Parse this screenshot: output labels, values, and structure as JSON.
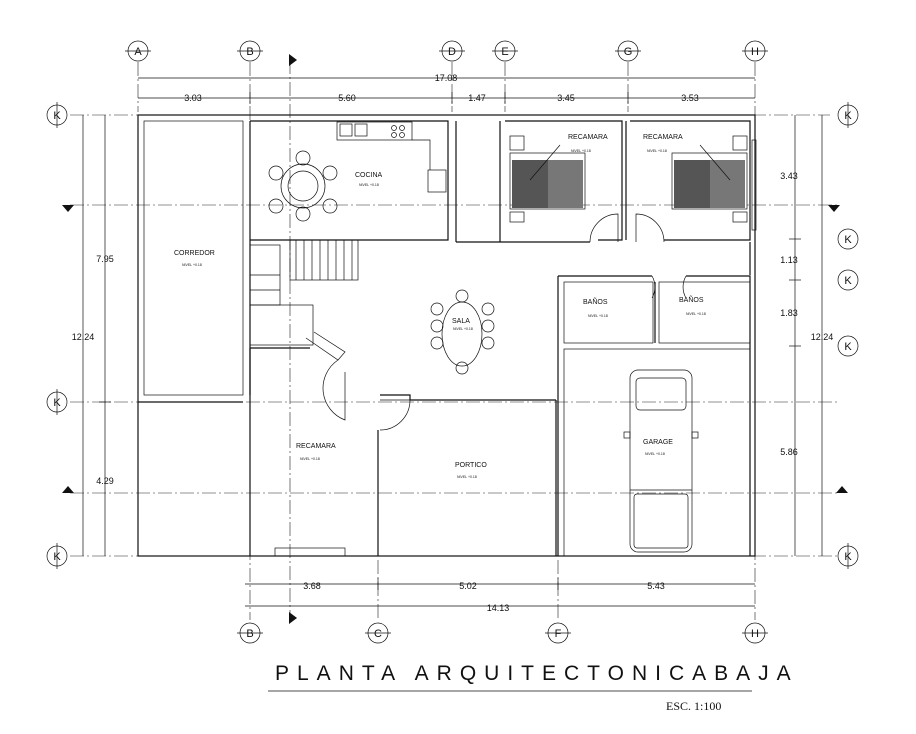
{
  "title": "PLANTA ARQUITECTONICABAJA",
  "scale": "ESC. 1:100",
  "axes": {
    "top": [
      "A",
      "B",
      "D",
      "E",
      "G",
      "H"
    ],
    "bottom": [
      "B",
      "C",
      "F",
      "H"
    ],
    "left": [
      "K",
      "K",
      "K"
    ],
    "right": [
      "K",
      "K",
      "K",
      "K",
      "K"
    ]
  },
  "dimensions": {
    "top_total": "17.08",
    "top_parts": [
      "3.03",
      "5.60",
      "1.47",
      "3.45",
      "3.53"
    ],
    "bottom_parts": [
      "3.68",
      "5.02",
      "5.43"
    ],
    "bottom_total": "14.13",
    "left_parts": [
      "7.95",
      "4.29"
    ],
    "left_total": "12.24",
    "right_parts": [
      "3.43",
      "1.13",
      "1.83",
      "5.86"
    ],
    "right_total": "12.24"
  },
  "rooms": {
    "corredor": {
      "name": "CORREDOR",
      "level": "NIVEL +0.18"
    },
    "cocina": {
      "name": "COCINA",
      "level": "NIVEL +0.18"
    },
    "recamara_1": {
      "name": "RECAMARA",
      "level": "NIVEL +0.18"
    },
    "recamara_2": {
      "name": "RECAMARA",
      "level": "NIVEL +0.18"
    },
    "sala": {
      "name": "SALA",
      "level": "NIVEL +0.18"
    },
    "bano_1": {
      "name": "BAÑOS",
      "level": "NIVEL +0.18"
    },
    "bano_2": {
      "name": "BAÑOS",
      "level": "NIVEL +0.18"
    },
    "recamara_3": {
      "name": "RECAMARA",
      "level": "NIVEL +0.18"
    },
    "portico": {
      "name": "PORTICO",
      "level": "NIVEL +0.18"
    },
    "garage": {
      "name": "GARAGE",
      "level": "NIVEL +0.18"
    }
  }
}
